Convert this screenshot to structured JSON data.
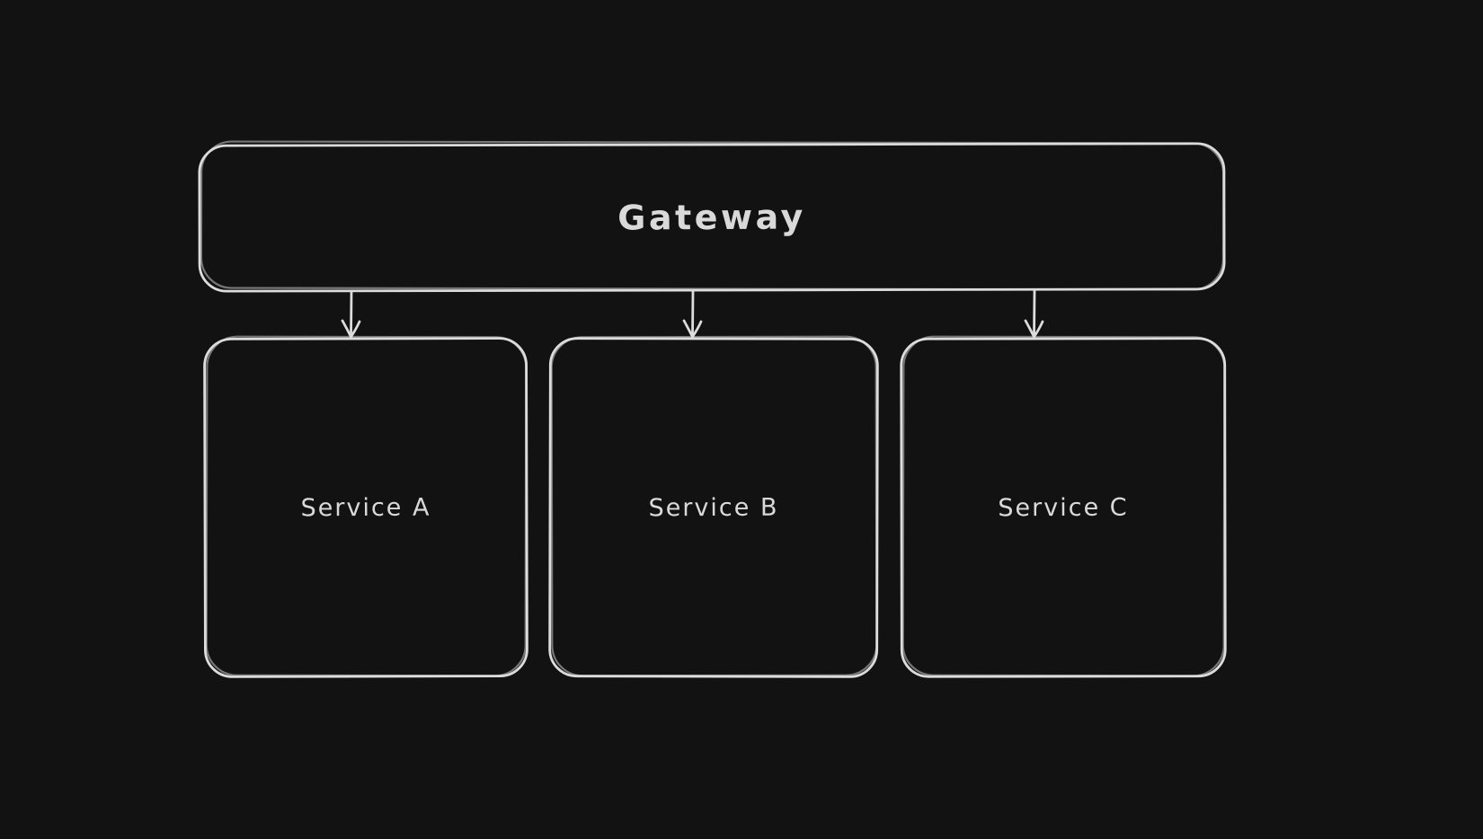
{
  "theme": {
    "background": "#121212",
    "stroke": "#dcdcdc",
    "text": "#d9d9d9"
  },
  "diagram": {
    "type": "architecture-flow",
    "nodes": [
      {
        "id": "gateway",
        "label": "Gateway",
        "shape": "rounded-rectangle"
      },
      {
        "id": "service-a",
        "label": "Service A",
        "shape": "rounded-rectangle"
      },
      {
        "id": "service-b",
        "label": "Service B",
        "shape": "rounded-rectangle"
      },
      {
        "id": "service-c",
        "label": "Service C",
        "shape": "rounded-rectangle"
      }
    ],
    "edges": [
      {
        "from": "gateway",
        "to": "service-a",
        "style": "arrow-down"
      },
      {
        "from": "gateway",
        "to": "service-b",
        "style": "arrow-down"
      },
      {
        "from": "gateway",
        "to": "service-c",
        "style": "arrow-down"
      }
    ]
  }
}
